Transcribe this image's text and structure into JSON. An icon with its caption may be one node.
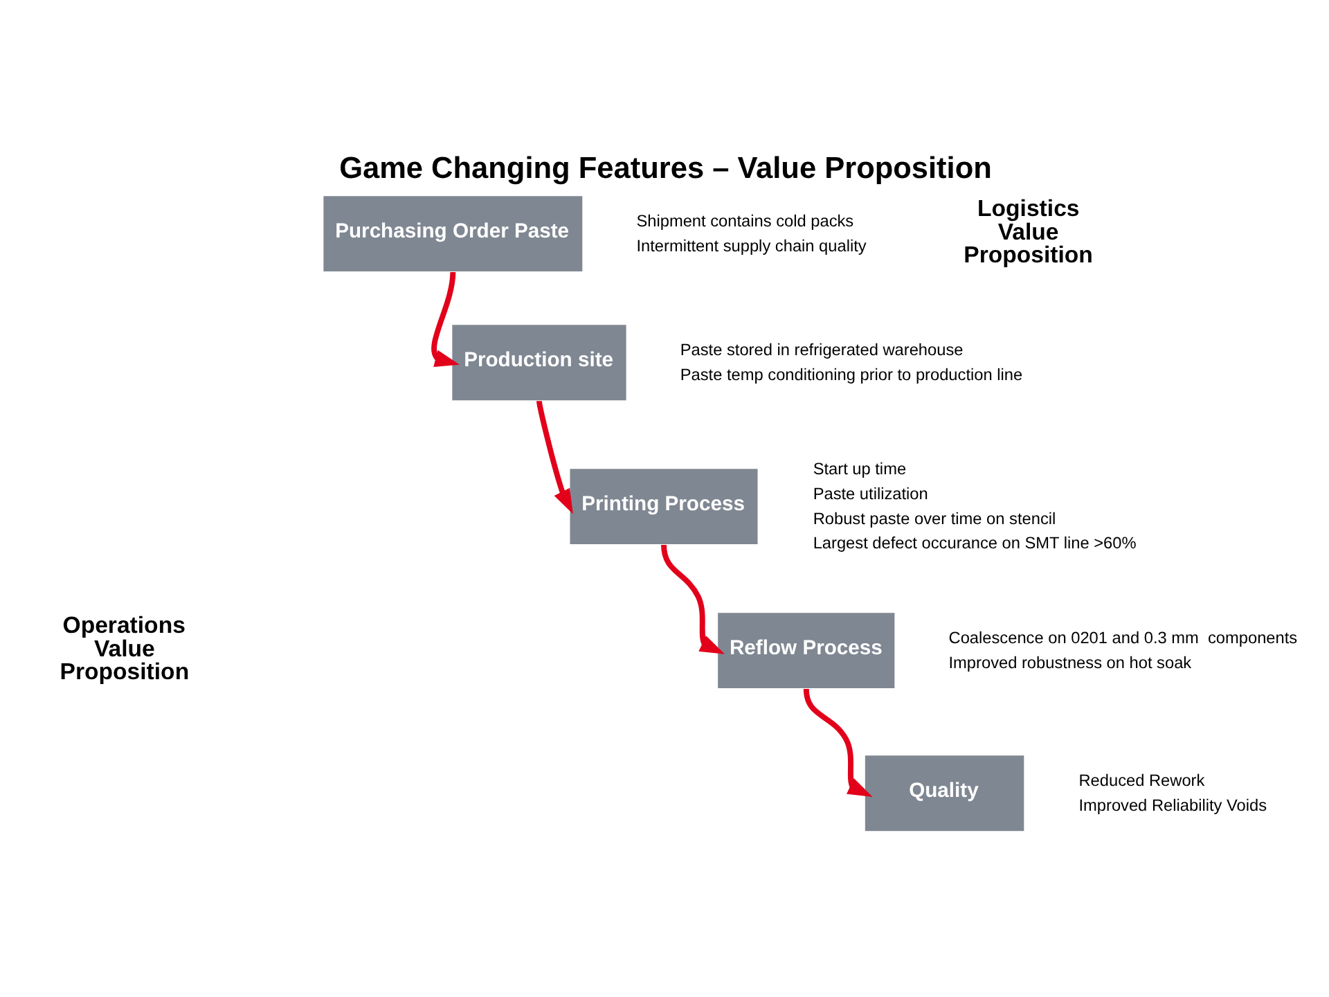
{
  "diagram": {
    "title": "Game Changing Features – Value Proposition",
    "nodes": [
      {
        "text": [
          "Purchasing Order Paste"
        ],
        "beside": [
          "Shipment contains cold packs",
          "Intermittent supply chain quality"
        ]
      },
      {
        "text": [
          "Production site"
        ],
        "beside": [
          "Paste stored in refrigerated warehouse",
          "Paste temp conditioning prior to production line"
        ]
      },
      {
        "text": [
          "Printing Process"
        ],
        "beside": [
          "Start up time",
          "Paste utilization",
          "Robust paste over time on stencil",
          "Largest defect occurance on SMT line >60%"
        ]
      },
      {
        "text": [
          "Reflow Process"
        ],
        "beside": [
          "Coalescence on 0201 and 0.3 mm  components",
          "Improved robustness on hot soak"
        ]
      },
      {
        "text": [
          "Quality"
        ],
        "beside": [
          "Reduced Rework",
          "Improved Reliability Voids"
        ]
      }
    ],
    "edges": [
      {
        "from": 0,
        "to": 1,
        "arrow": "to"
      },
      {
        "from": 1,
        "to": 2,
        "arrow": "to"
      },
      {
        "from": 2,
        "to": 3,
        "arrow": "to"
      },
      {
        "from": 3,
        "to": 4,
        "arrow": "to"
      }
    ],
    "labels": [
      "Logistics Value Proposition",
      "Operations Value Proposition"
    ]
  }
}
